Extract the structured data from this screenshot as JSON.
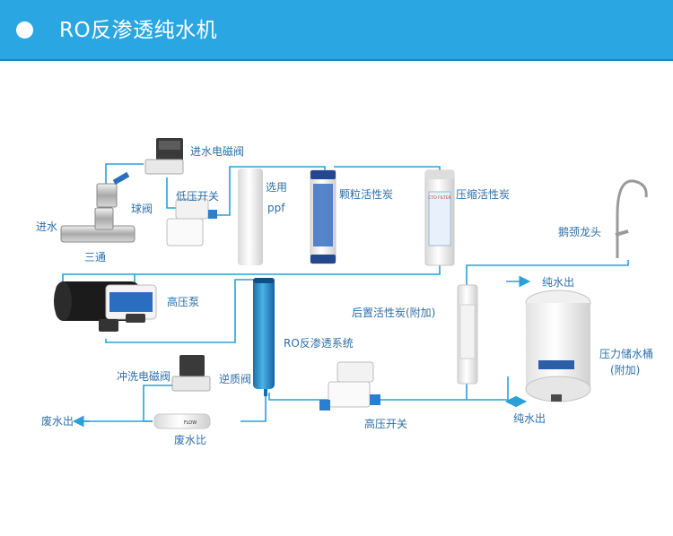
{
  "header": {
    "title": "RO反渗透纯水机"
  },
  "colors": {
    "header_bg": "#2aa7e2",
    "pipe": "#2a9fd8",
    "label": "#2c6fa8"
  },
  "labels": {
    "inlet_solenoid": "进水电磁阀",
    "inlet": "进水",
    "ball_valve": "球阀",
    "tee": "三通",
    "low_pressure_switch": "低压开关",
    "optional": "选用",
    "ppf": "ppf",
    "granular_carbon": "颗粒活性炭",
    "compressed_carbon": "压缩活性炭",
    "faucet": "鹅颈龙头",
    "pure_water_out_top": "纯水出",
    "high_pressure_pump": "高压泵",
    "post_carbon": "后置活性炭(附加)",
    "ro_system": "RO反渗透系统",
    "pressure_tank": "压力储水桶",
    "pressure_tank_note": "(附加)",
    "flush_solenoid": "冲洗电磁阀",
    "check_valve": "逆质阀",
    "wastewater_out": "废水出",
    "waste_ratio": "废水比",
    "high_pressure_switch": "高压开关",
    "pure_water_out_bottom": "纯水出"
  },
  "product_text": {
    "cto_label": "CTO FILTER",
    "flow_label": "FLOW"
  }
}
